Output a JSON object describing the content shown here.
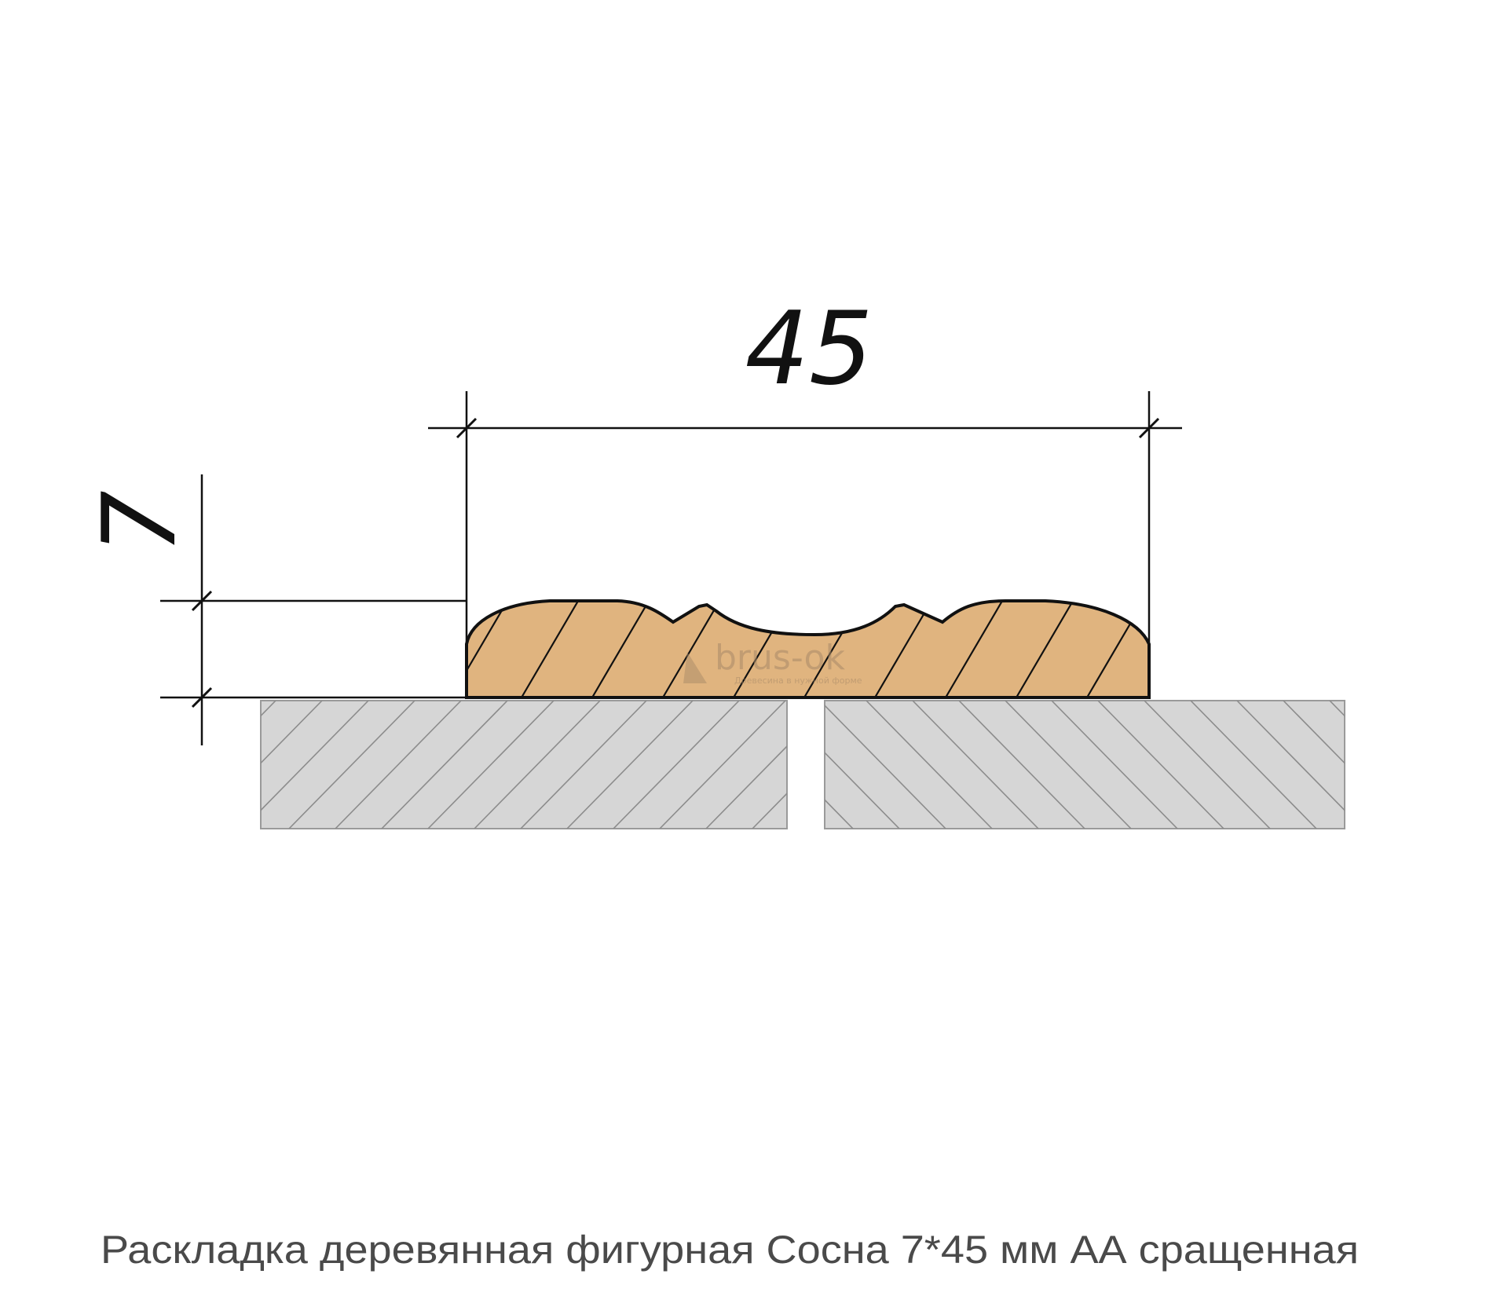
{
  "drawing": {
    "width_dimension": "45",
    "height_dimension": "7",
    "watermark": {
      "brand": "brus-ok",
      "tagline": "Древесина в нужной форме"
    },
    "colors": {
      "wood": "#e0b47f",
      "board": "#d6d6d6",
      "hatch": "#8c8c8c",
      "line": "#111111"
    }
  },
  "caption": "Раскладка деревянная фигурная Сосна 7*45 мм АА сращенная"
}
